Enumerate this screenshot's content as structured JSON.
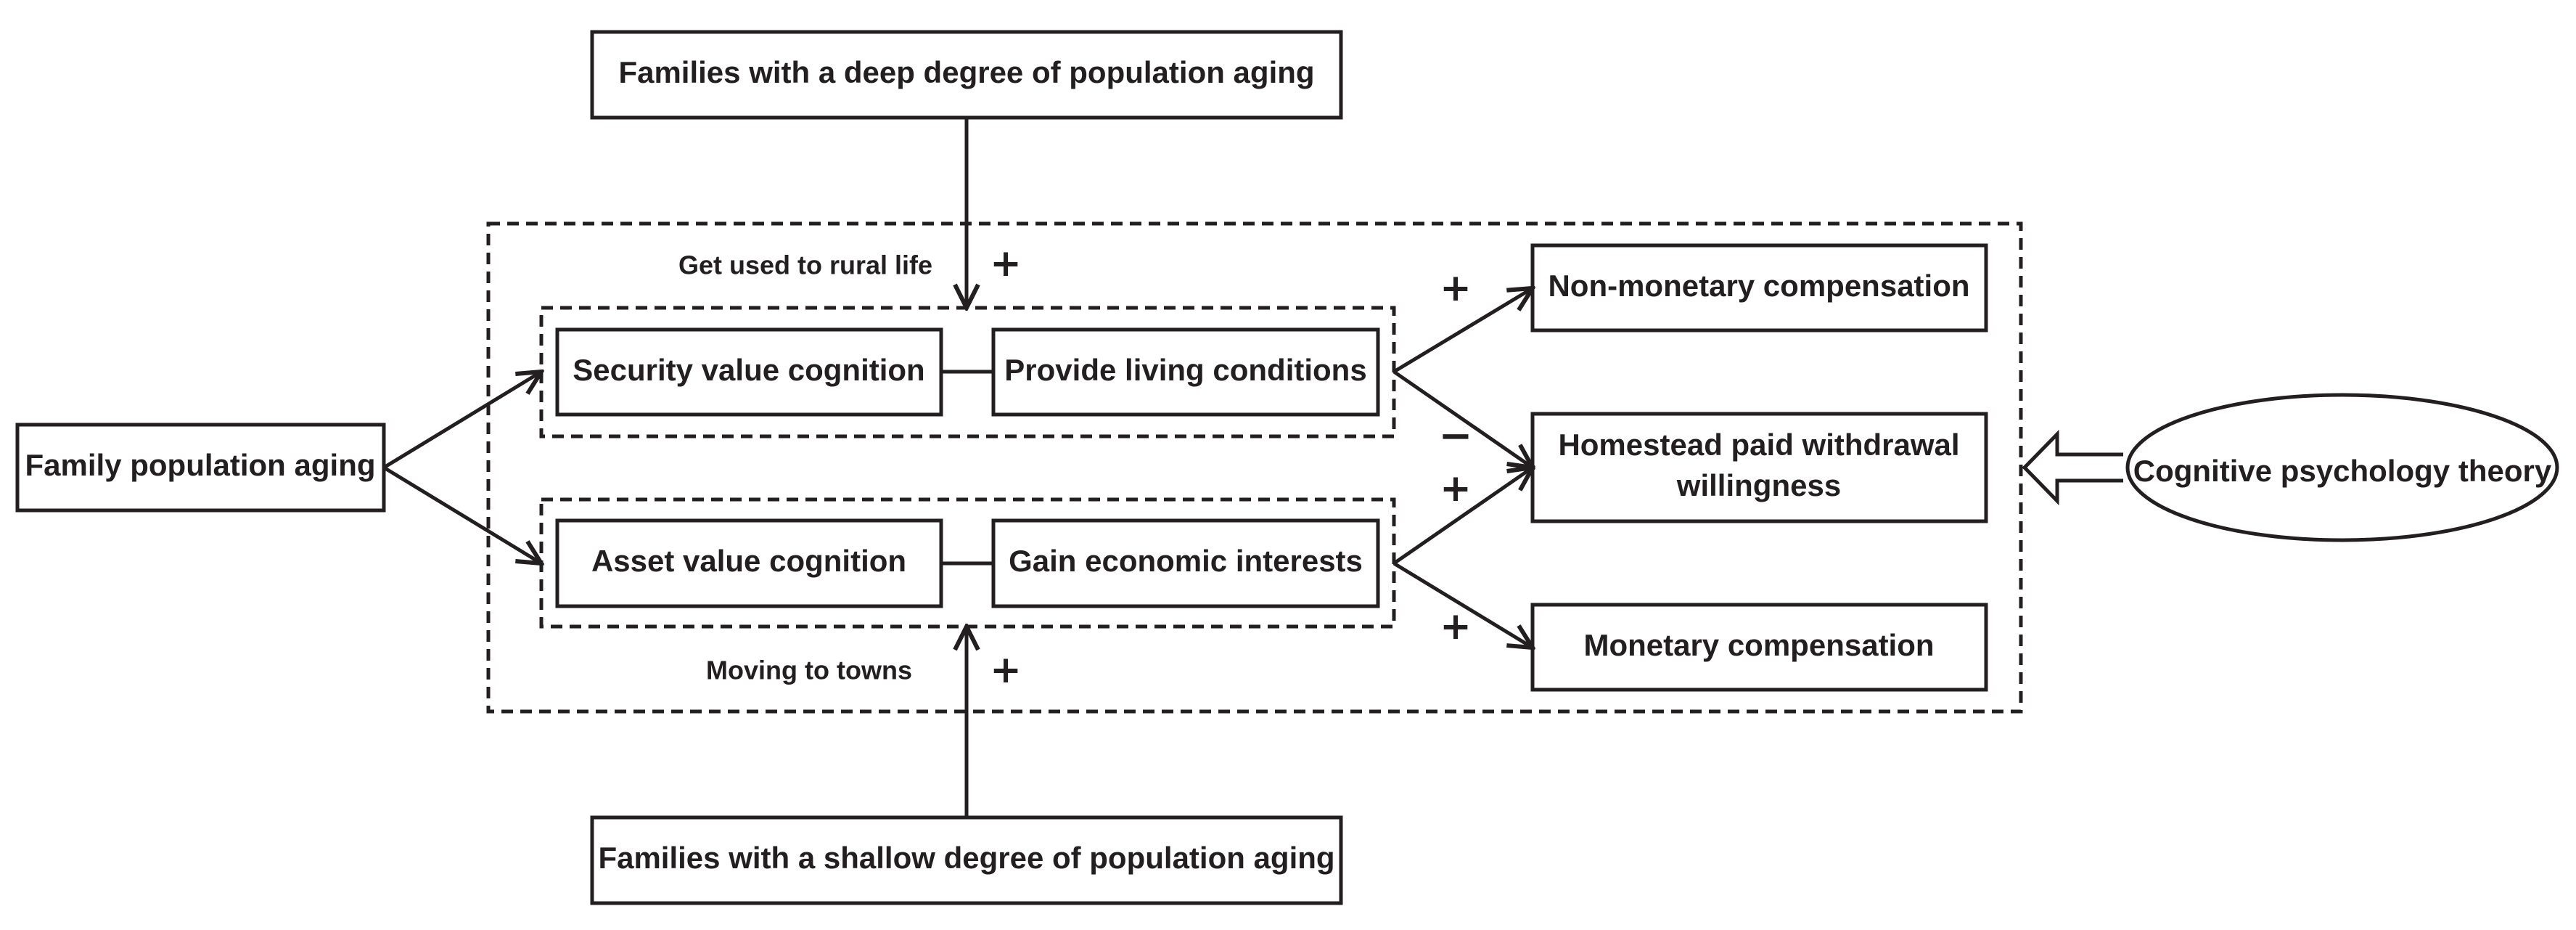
{
  "nodes": {
    "deep_aging": "Families with a deep degree of population aging",
    "shallow_aging": "Families with a shallow degree of population aging",
    "family_aging": "Family population aging",
    "security_cognition": "Security value cognition",
    "living_conditions": "Provide living conditions",
    "asset_cognition": "Asset value cognition",
    "economic_interests": "Gain economic interests",
    "non_monetary": "Non-monetary compensation",
    "withdrawal_line1": "Homestead paid withdrawal",
    "withdrawal_line2": "willingness",
    "monetary": "Monetary compensation",
    "cognitive_theory": "Cognitive psychology theory"
  },
  "labels": {
    "rural_life": "Get used to rural life",
    "moving_towns": "Moving to towns"
  },
  "signs": {
    "rural_plus": "+",
    "towns_plus": "+",
    "non_monetary_plus": "+",
    "withdrawal_minus": "−",
    "withdrawal_plus": "+",
    "monetary_plus": "+"
  },
  "colors": {
    "stroke": "#231f20",
    "background": "#ffffff"
  }
}
